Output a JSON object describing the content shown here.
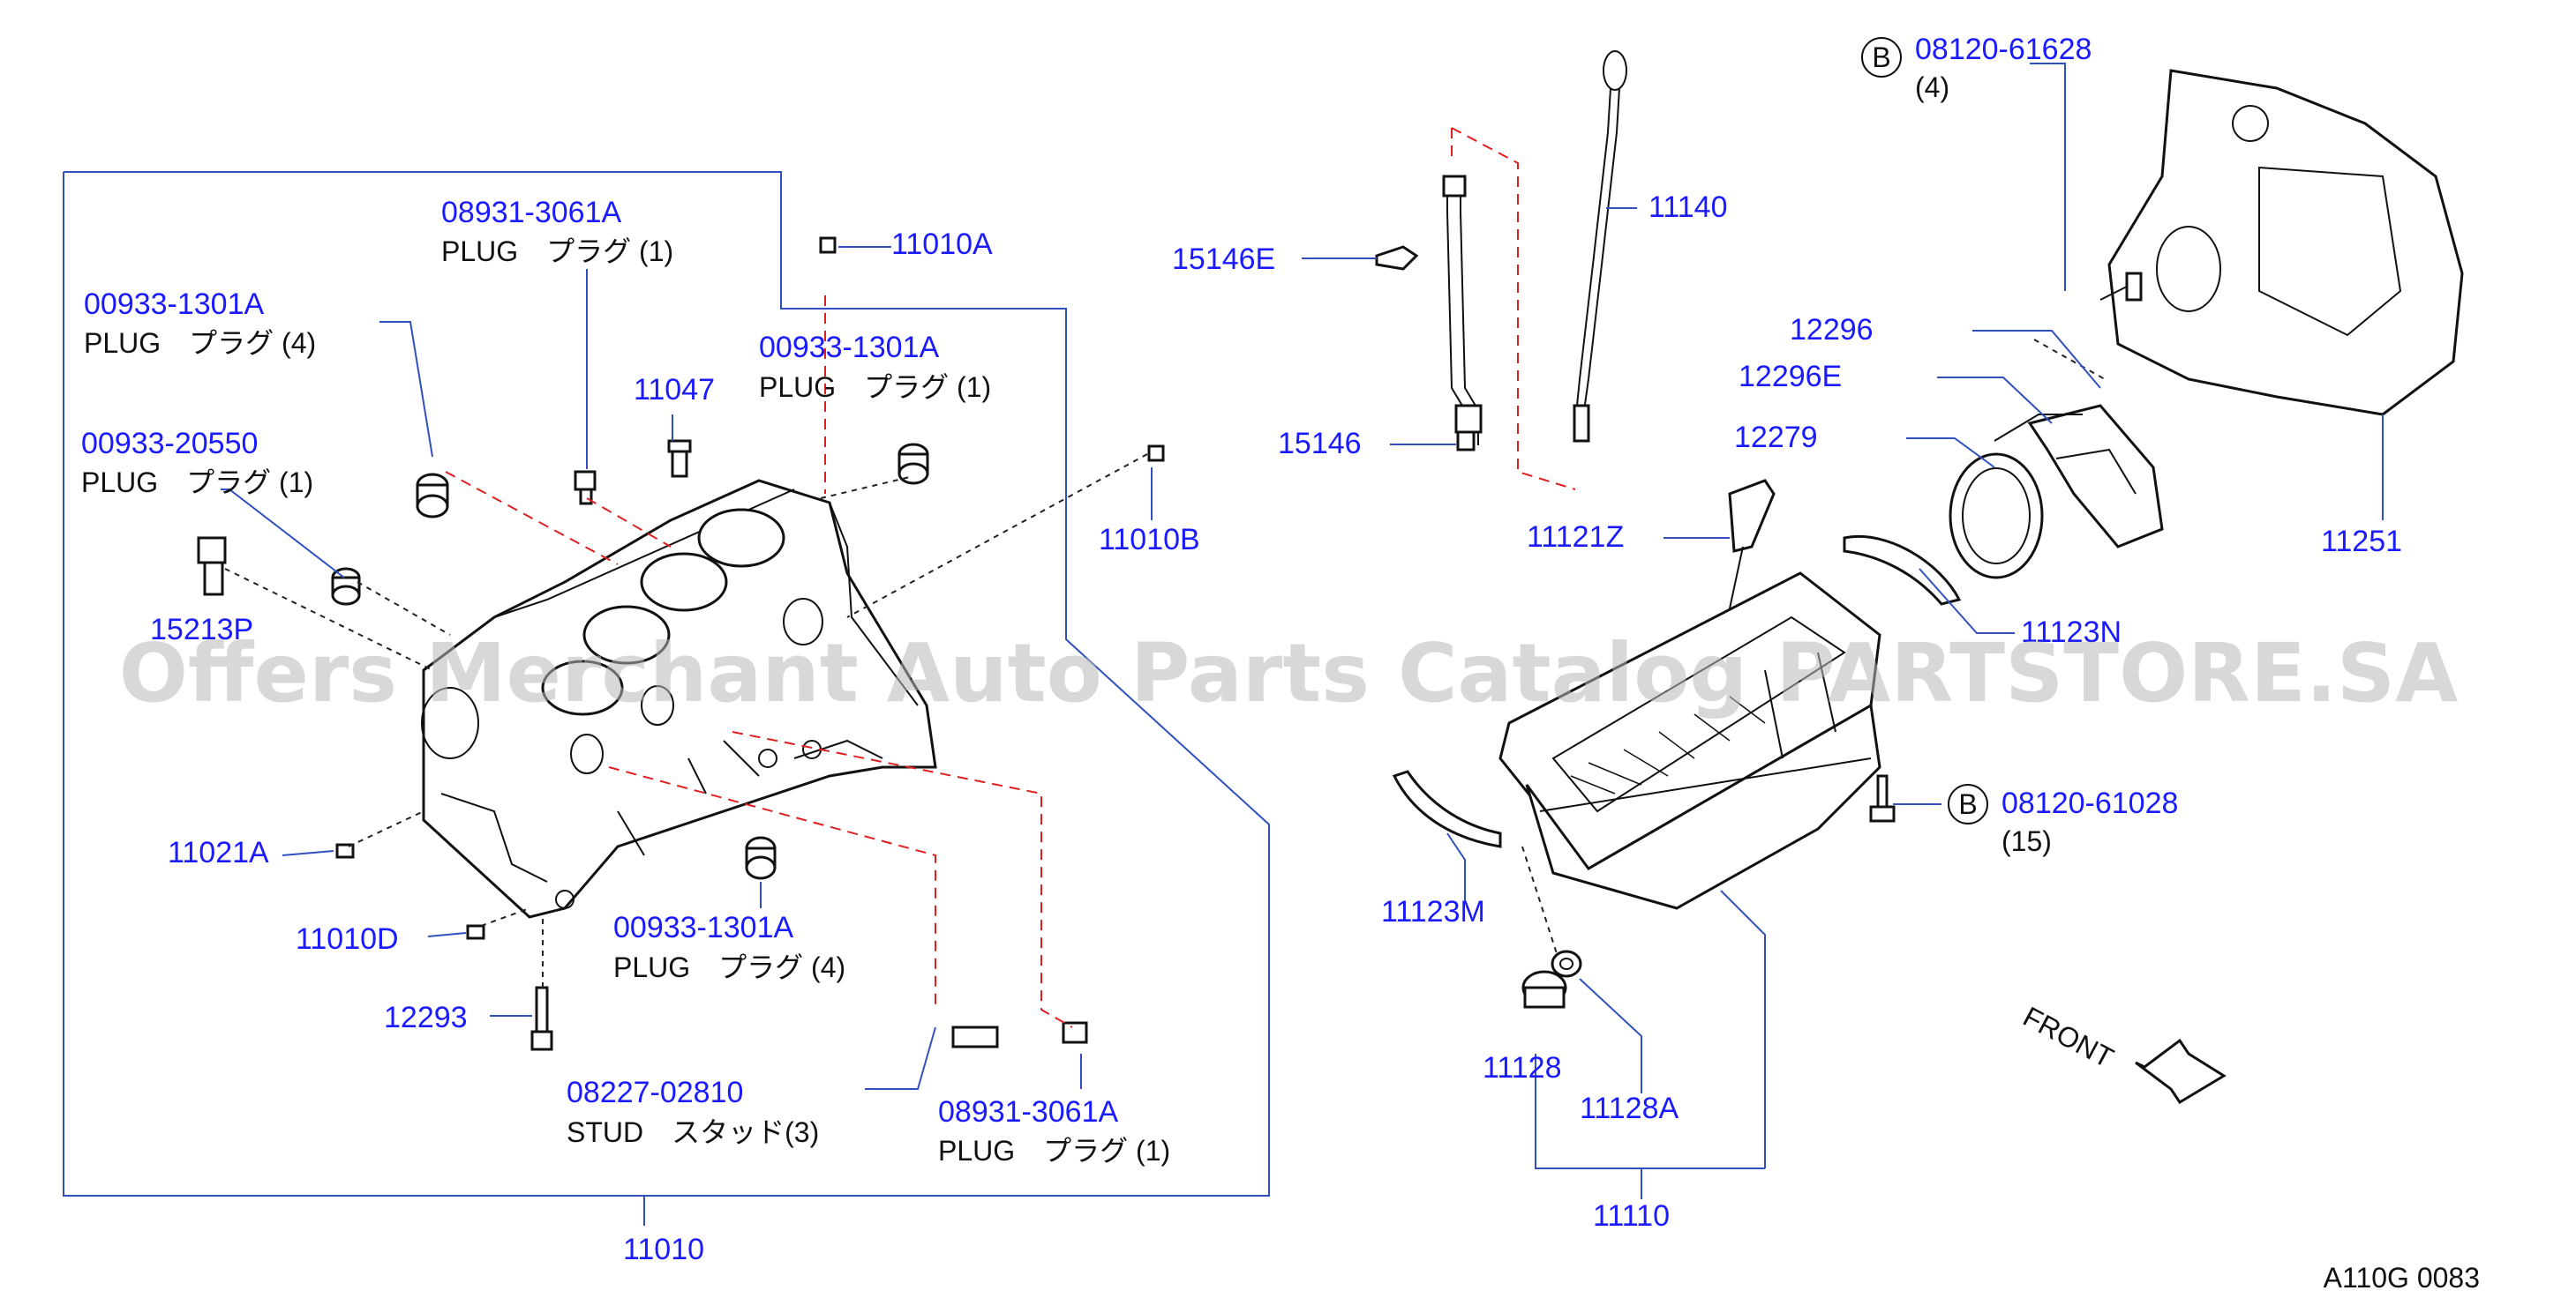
{
  "watermark": "Offers Merchant Auto Parts Catalog PARTSTORE.SA",
  "diagram_code": "A110G  0083",
  "front_label": "FRONT",
  "bolt_marker": "B",
  "parts": {
    "p_11010": "11010",
    "p_11010A": "11010A",
    "p_11010B": "11010B",
    "p_11010D": "11010D",
    "p_11021A": "11021A",
    "p_11047": "11047",
    "p_12293": "12293",
    "p_15213P": "15213P",
    "p_08931_top_num": "08931-3061A",
    "p_08931_top_desc": "PLUG　プラグ (1)",
    "p_00933_1301A_a_num": "00933-1301A",
    "p_00933_1301A_a_desc": "PLUG　プラグ (4)",
    "p_00933_20550_num": "00933-20550",
    "p_00933_20550_desc": "PLUG　プラグ (1)",
    "p_00933_1301A_b_num": "00933-1301A",
    "p_00933_1301A_b_desc": "PLUG　プラグ (1)",
    "p_00933_1301A_c_num": "00933-1301A",
    "p_00933_1301A_c_desc": "PLUG　プラグ (4)",
    "p_08227_num": "08227-02810",
    "p_08227_desc": "STUD　スタッド(3)",
    "p_08931_bot_num": "08931-3061A",
    "p_08931_bot_desc": "PLUG　プラグ (1)",
    "p_15146E": "15146E",
    "p_15146": "15146",
    "p_11140": "11140",
    "p_11121Z": "11121Z",
    "p_11123M": "11123M",
    "p_11123N": "11123N",
    "p_11128": "11128",
    "p_11128A": "11128A",
    "p_11110": "11110",
    "p_12296": "12296",
    "p_12296E": "12296E",
    "p_12279": "12279",
    "p_11251": "11251",
    "p_08120_61628_num": "08120-61628",
    "p_08120_61628_qty": "(4)",
    "p_08120_61028_num": "08120-61028",
    "p_08120_61028_qty": "(15)"
  }
}
